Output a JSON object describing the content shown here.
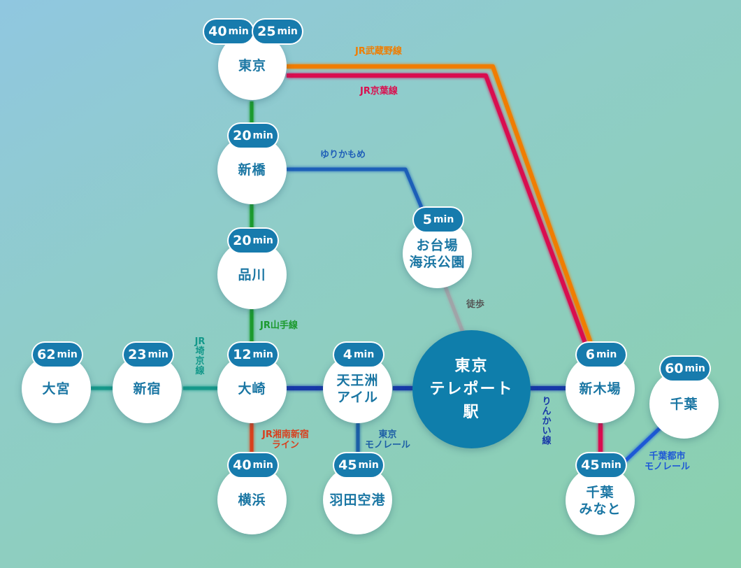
{
  "colors": {
    "musashino": "#f07d00",
    "keiyo": "#d9104f",
    "yurikamome": "#1f5fb8",
    "yamanote": "#1c9a2e",
    "saikyo": "#13988a",
    "shonan": "#d8401f",
    "monorail_tokyo": "#1d5fa6",
    "rinkai": "#1838a8",
    "chiba_monorail": "#1f59d6",
    "walk": "#a0a4a8",
    "badge": "#177bad",
    "station_text": "#1a76a3",
    "hub": "#0f7eab"
  },
  "stations": {
    "tokyo": {
      "name": "東京",
      "times": [
        "40",
        "25"
      ]
    },
    "shimbashi": {
      "name": "新橋",
      "times": [
        "20"
      ]
    },
    "shinagawa": {
      "name": "品川",
      "times": [
        "20"
      ]
    },
    "osaki": {
      "name": "大崎",
      "times": [
        "12"
      ]
    },
    "shinjuku": {
      "name": "新宿",
      "times": [
        "23"
      ]
    },
    "omiya": {
      "name": "大宮",
      "times": [
        "62"
      ]
    },
    "yokohama": {
      "name": "横浜",
      "times": [
        "40"
      ]
    },
    "tennozu": {
      "name": "天王洲\nアイル",
      "times": [
        "4"
      ]
    },
    "haneda": {
      "name": "羽田空港",
      "times": [
        "45"
      ]
    },
    "odaiba": {
      "name": "お台場\n海浜公園",
      "times": [
        "5"
      ]
    },
    "teleport": {
      "name": "東京\nテレポート\n駅"
    },
    "shinkiba": {
      "name": "新木場",
      "times": [
        "6"
      ]
    },
    "chiba_minato": {
      "name": "千葉\nみなと",
      "times": [
        "45"
      ]
    },
    "chiba": {
      "name": "千葉",
      "times": [
        "60"
      ]
    }
  },
  "time_unit": "min",
  "lines": {
    "musashino": "JR武蔵野線",
    "keiyo": "JR京葉線",
    "yurikamome": "ゆりかもめ",
    "yamanote": "JR山手線",
    "saikyo": "JR埼京線",
    "shonan": "JR湘南新宿\nライン",
    "monorail_tokyo": "東京\nモノレール",
    "rinkai": "りんかい線",
    "chiba_monorail": "千葉都市\nモノレール",
    "walk": "徒歩"
  }
}
